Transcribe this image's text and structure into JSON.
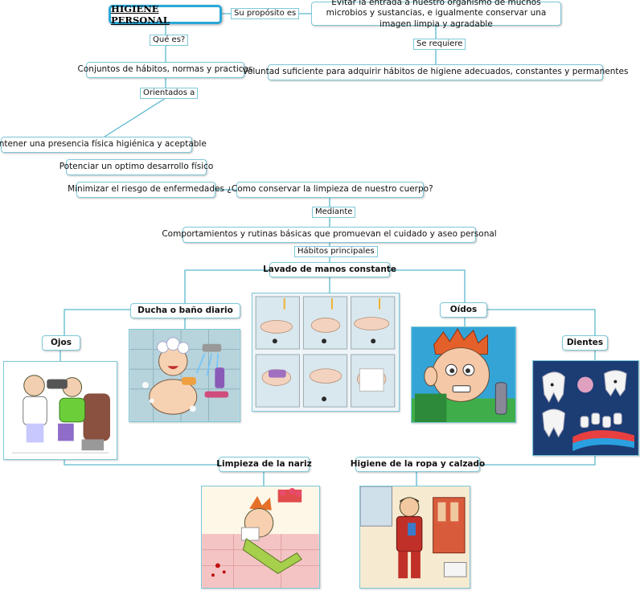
{
  "title": "HIGIENE PERSONAL",
  "links": {
    "su_proposito": "Su propósito es",
    "que_es": "Qué es?",
    "se_requiere": "Se requiere",
    "orientados_a": "Orientados a",
    "mediante": "Mediante",
    "habitos_principales": "Hábitos principales"
  },
  "nodes": {
    "proposito": "Evitar la entrada a nuestro organismo de muchos microbios y sustancias, e igualmente conservar una imagen limpia y agradable",
    "definicion": "Conjuntos de hábitos, normas y practicas",
    "requisito": "Voluntad suficiente para adquirir hábitos de higiene adecuados, constantes y permanentes",
    "objetivo_1": "Mantener una presencia física higiénica y aceptable",
    "objetivo_2": "Potenciar un optimo desarrollo físico",
    "objetivo_3": "Minimizar el riesgo de enfermedades",
    "pregunta": "¿Como conservar la limpieza de nuestro cuerpo?",
    "comportamientos": "Comportamientos y rutinas básicas que promuevan el cuidado y aseo personal",
    "lavado_manos": "Lavado de manos constante",
    "ducha": "Ducha o baño diario",
    "oidos": "Oídos",
    "ojos": "Ojos",
    "dientes": "Dientes",
    "nariz": "Limpieza de la nariz",
    "ropa": "Higiene de la ropa y calzado"
  },
  "colors": {
    "border": "#7ec8d8",
    "title_border": "#2aa8d8",
    "connector": "#5bb8cf"
  }
}
